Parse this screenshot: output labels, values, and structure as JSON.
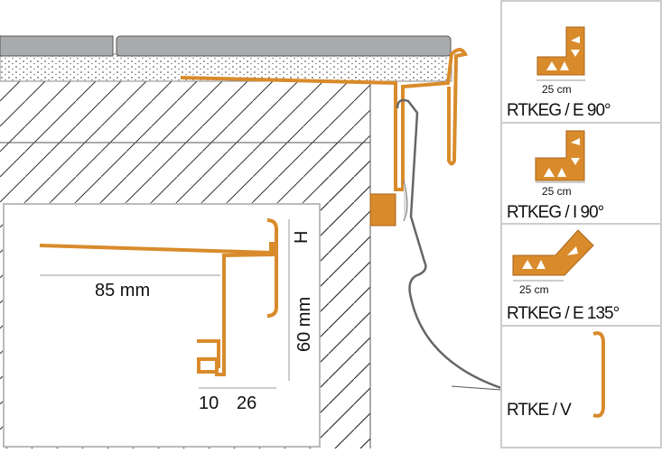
{
  "colors": {
    "profile": "#d98b2b",
    "profile_dark": "#a8631a",
    "tile": "#a9abad",
    "line": "#555555"
  },
  "inset": {
    "width_label": "85 mm",
    "height_label": "60 mm",
    "h_label": "H",
    "dim_left": "10",
    "dim_right": "26"
  },
  "products": [
    {
      "name": "RTKEG / E 90°",
      "dimension": "25 cm",
      "icon": "outer-corner-90-icon"
    },
    {
      "name": "RTKEG / I 90°",
      "dimension": "25 cm",
      "icon": "inner-corner-90-icon"
    },
    {
      "name": "RTKEG / E 135°",
      "dimension": "25 cm",
      "icon": "outer-corner-135-icon"
    },
    {
      "name": "RTKE / V",
      "icon": "end-cap-icon"
    }
  ]
}
